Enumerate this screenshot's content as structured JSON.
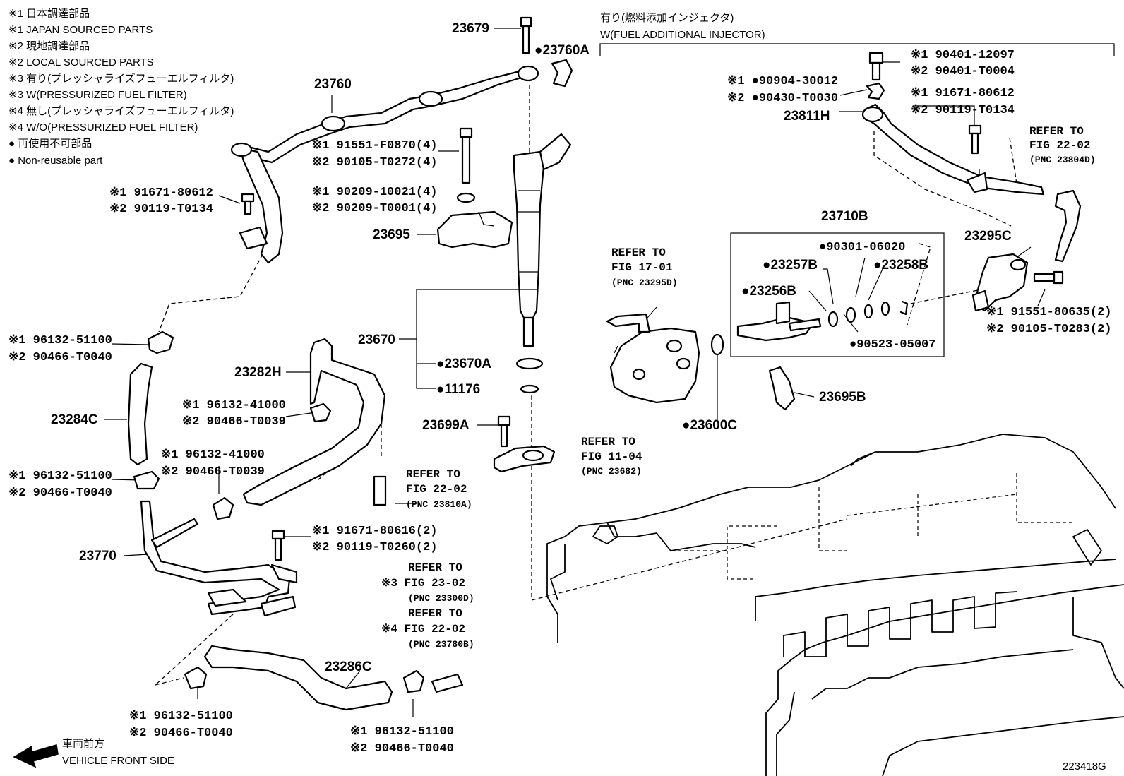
{
  "legend": [
    "※1  日本調達部品",
    "※1  JAPAN SOURCED PARTS",
    "※2  現地調達部品",
    "※2  LOCAL SOURCED PARTS",
    "※3  有り(プレッシャライズフューエルフィルタ)",
    "※3  W(PRESSURIZED FUEL FILTER)",
    "※4  無し(プレッシャライズフューエルフィルタ)",
    "※4  W/O(PRESSURIZED FUEL FILTER)",
    "●  再使用不可部品",
    "●  Non-reusable part"
  ],
  "bracket_label": {
    "jp": "有り(燃料添加インジェクタ)",
    "en": "W(FUEL ADDITIONAL INJECTOR)"
  },
  "labels": {
    "p23679": "23679",
    "p23760A": "●23760A",
    "p23760": "23760",
    "p91551_1": "※1 91551-F0870(4)",
    "p90105_2": "※2 90105-T0272(4)",
    "p90209_1": "※1 90209-10021(4)",
    "p90209_2": "※2 90209-T0001(4)",
    "p23695": "23695",
    "p91671_1": "※1 91671-80612",
    "p90119_2": "※2 90119-T0134",
    "p23670": "23670",
    "p23670A": "●23670A",
    "p11176": "●11176",
    "p23699A": "23699A",
    "p96132a_1": "※1 96132-51100",
    "p90466a_2": "※2 90466-T0040",
    "p23282H": "23282H",
    "p96132b_1": "※1 96132-41000",
    "p90466b_2": "※2 90466-T0039",
    "p23284C": "23284C",
    "p96132c_1": "※1 96132-41000",
    "p90466c_2": "※2 90466-T0039",
    "p96132d_1": "※1 96132-51100",
    "p90466d_2": "※2 90466-T0040",
    "p23770": "23770",
    "p91671b_1": "※1 91671-80616(2)",
    "p90119b_2": "※2 90119-T0260(2)",
    "p23286C": "23286C",
    "p96132e_1": "※1 96132-51100",
    "p90466e_2": "※2 90466-T0040",
    "p96132f_1": "※1 96132-51100",
    "p90466f_2": "※2 90466-T0040",
    "p90401_1": "※1 90401-12097",
    "p90401_2": "※2 90401-T0004",
    "p90904_1": "※1 ●90904-30012",
    "p90430_2": "※2 ●90430-T0030",
    "p91671c_1": "※1 91671-80612",
    "p90119c_2": "※2 90119-T0134",
    "p23811H": "23811H",
    "p23710B": "23710B",
    "p90301": "●90301-06020",
    "p23257B": "●23257B",
    "p23258B": "●23258B",
    "p23256B": "●23256B",
    "p90523": "●90523-05007",
    "p23295C": "23295C",
    "p91551b_1": "※1 91551-80635(2)",
    "p90105b_2": "※2 90105-T0283(2)",
    "p23695B": "23695B",
    "p23600C": "●23600C"
  },
  "refs": [
    {
      "id": "r1",
      "l1": "REFER TO",
      "l2": "FIG 22-02",
      "l3": "(PNC 23804D)"
    },
    {
      "id": "r2",
      "l1": "REFER TO",
      "l2": "FIG 17-01",
      "l3": "(PNC 23295D)"
    },
    {
      "id": "r3",
      "l1": "REFER TO",
      "l2": "FIG 11-04",
      "l3": "(PNC 23682)"
    },
    {
      "id": "r4",
      "l1": "REFER TO",
      "l2": "FIG 22-02",
      "l3": "(PNC 23810A)"
    },
    {
      "id": "r5",
      "l1": "REFER TO",
      "l2": "※3 FIG 23-02",
      "l3": "(PNC 23300D)"
    },
    {
      "id": "r6",
      "l1": "REFER TO",
      "l2": "※4 FIG 22-02",
      "l3": "(PNC 23780B)"
    }
  ],
  "front": {
    "jp": "車両前方",
    "en": "VEHICLE FRONT SIDE"
  },
  "figure_id": "223418G"
}
